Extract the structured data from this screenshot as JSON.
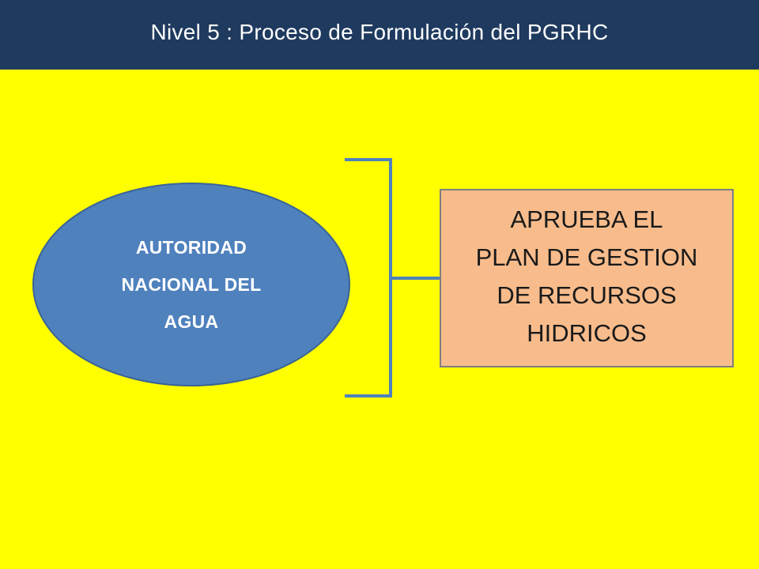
{
  "header": {
    "title": "Nivel 5 : Proceso de Formulación del PGRHC"
  },
  "diagram": {
    "source_node": {
      "label": "AUTORIDAD\nNACIONAL DEL\nAGUA",
      "fill_color": "#4F81BD"
    },
    "target_node": {
      "label": "APRUEBA EL\nPLAN DE GESTION\n DE RECURSOS\nHIDRICOS",
      "fill_color": "#F8BC8C"
    },
    "connector_color": "#4F81BD"
  },
  "colors": {
    "background": "#FFFF00",
    "header_background": "#1F3A5F"
  }
}
